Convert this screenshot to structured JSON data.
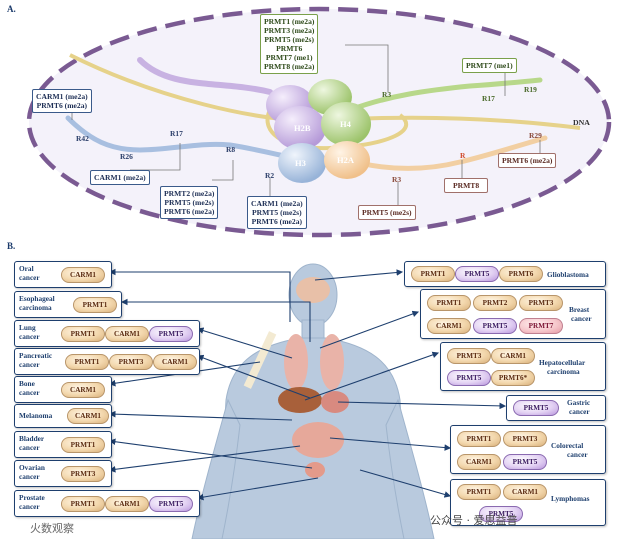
{
  "panel_a": {
    "letter": "A.",
    "dna_label": "DNA",
    "histones": {
      "h2b": "H2B",
      "h4": "H4",
      "h3": "H3",
      "h2a": "H2A"
    },
    "residues": {
      "r3_top": "R3",
      "r17_top": "R17",
      "r19": "R19",
      "r42": "R42",
      "r26": "R26",
      "r17_left": "R17",
      "r8": "R8",
      "r2": "R2",
      "r29": "R29",
      "r_h2a": "R",
      "r3_h2a": "R3"
    },
    "boxes": {
      "top": [
        "PRMT1 (me2a)",
        "PRMT3 (me2a)",
        "PRMT5 (me2s)",
        "PRMT6",
        "PRMT7 (me1)",
        "PRMT8 (me2a)"
      ],
      "prmt7": [
        "PRMT7 (me1)"
      ],
      "carm1_prmt6": [
        "CARM1 (me2a)",
        "PRMT6 (me2a)"
      ],
      "carm1": [
        "CARM1 (me2a)"
      ],
      "prmt2_5_6": [
        "PRMT2 (me2a)",
        "PRMT5 (me2s)",
        "PRMT6 (me2a)"
      ],
      "carm1_5_6": [
        "CARM1 (me2a)",
        "PRMT5 (me2s)",
        "PRMT6 (me2a)"
      ],
      "prmt5": [
        "PRMT5 (me2s)"
      ],
      "prmt8": [
        "PRMT8"
      ],
      "prmt6": [
        "PRMT6 (me2a)"
      ]
    }
  },
  "panel_b": {
    "letter": "B.",
    "cancers_left": [
      {
        "label": [
          "Oral",
          "cancer"
        ],
        "enzymes": [
          "CARM1"
        ]
      },
      {
        "label": [
          "Esophageal",
          "carcinoma"
        ],
        "enzymes": [
          "PRMT1"
        ]
      },
      {
        "label": [
          "Lung",
          "cancer"
        ],
        "enzymes": [
          "PRMT1",
          "CARM1",
          "PRMT5"
        ]
      },
      {
        "label": [
          "Pancreatic",
          "cancer"
        ],
        "enzymes": [
          "PRMT1",
          "PRMT3",
          "CARM1"
        ]
      },
      {
        "label": [
          "Bone",
          "cancer"
        ],
        "enzymes": [
          "CARM1"
        ]
      },
      {
        "label": [
          "Melanoma"
        ],
        "enzymes": [
          "CARM1"
        ]
      },
      {
        "label": [
          "Bladder",
          "cancer"
        ],
        "enzymes": [
          "PRMT1"
        ]
      },
      {
        "label": [
          "Ovarian",
          "cancer"
        ],
        "enzymes": [
          "PRMT3"
        ]
      },
      {
        "label": [
          "Prostate",
          "cancer"
        ],
        "enzymes": [
          "PRMT1",
          "CARM1",
          "PRMT5"
        ]
      }
    ],
    "cancers_right": [
      {
        "label": [
          "Glioblastoma"
        ],
        "enzymes": [
          "PRMT1",
          "PRMT5",
          "PRMT6"
        ]
      },
      {
        "label": [
          "Breast",
          "cancer"
        ],
        "enzymes": [
          "PRMT1",
          "PRMT2",
          "PRMT3",
          "CARM1",
          "PRMT5",
          "PRMT7"
        ]
      },
      {
        "label": [
          "Hepatocellular",
          "carcinoma"
        ],
        "enzymes": [
          "PRMT3",
          "CARM1",
          "PRMT5",
          "PRMT6*"
        ]
      },
      {
        "label": [
          "Gastric",
          "cancer"
        ],
        "enzymes": [
          "PRMT5"
        ]
      },
      {
        "label": [
          "Colorectal",
          "cancer"
        ],
        "enzymes": [
          "PRMT1",
          "PRMT3",
          "CARM1",
          "PRMT5"
        ]
      },
      {
        "label": [
          "Lymphomas"
        ],
        "enzymes": [
          "PRMT1",
          "CARM1",
          "PRMT5"
        ]
      }
    ]
  },
  "watermarks": {
    "left": "火数观察",
    "right": "公众号 · 爱思益普"
  },
  "colors": {
    "navy": "#1e3f6e",
    "body": "#b7c9dc",
    "ellipse_fill": "#f4f2fa",
    "ellipse_border": "#7a5a92"
  }
}
